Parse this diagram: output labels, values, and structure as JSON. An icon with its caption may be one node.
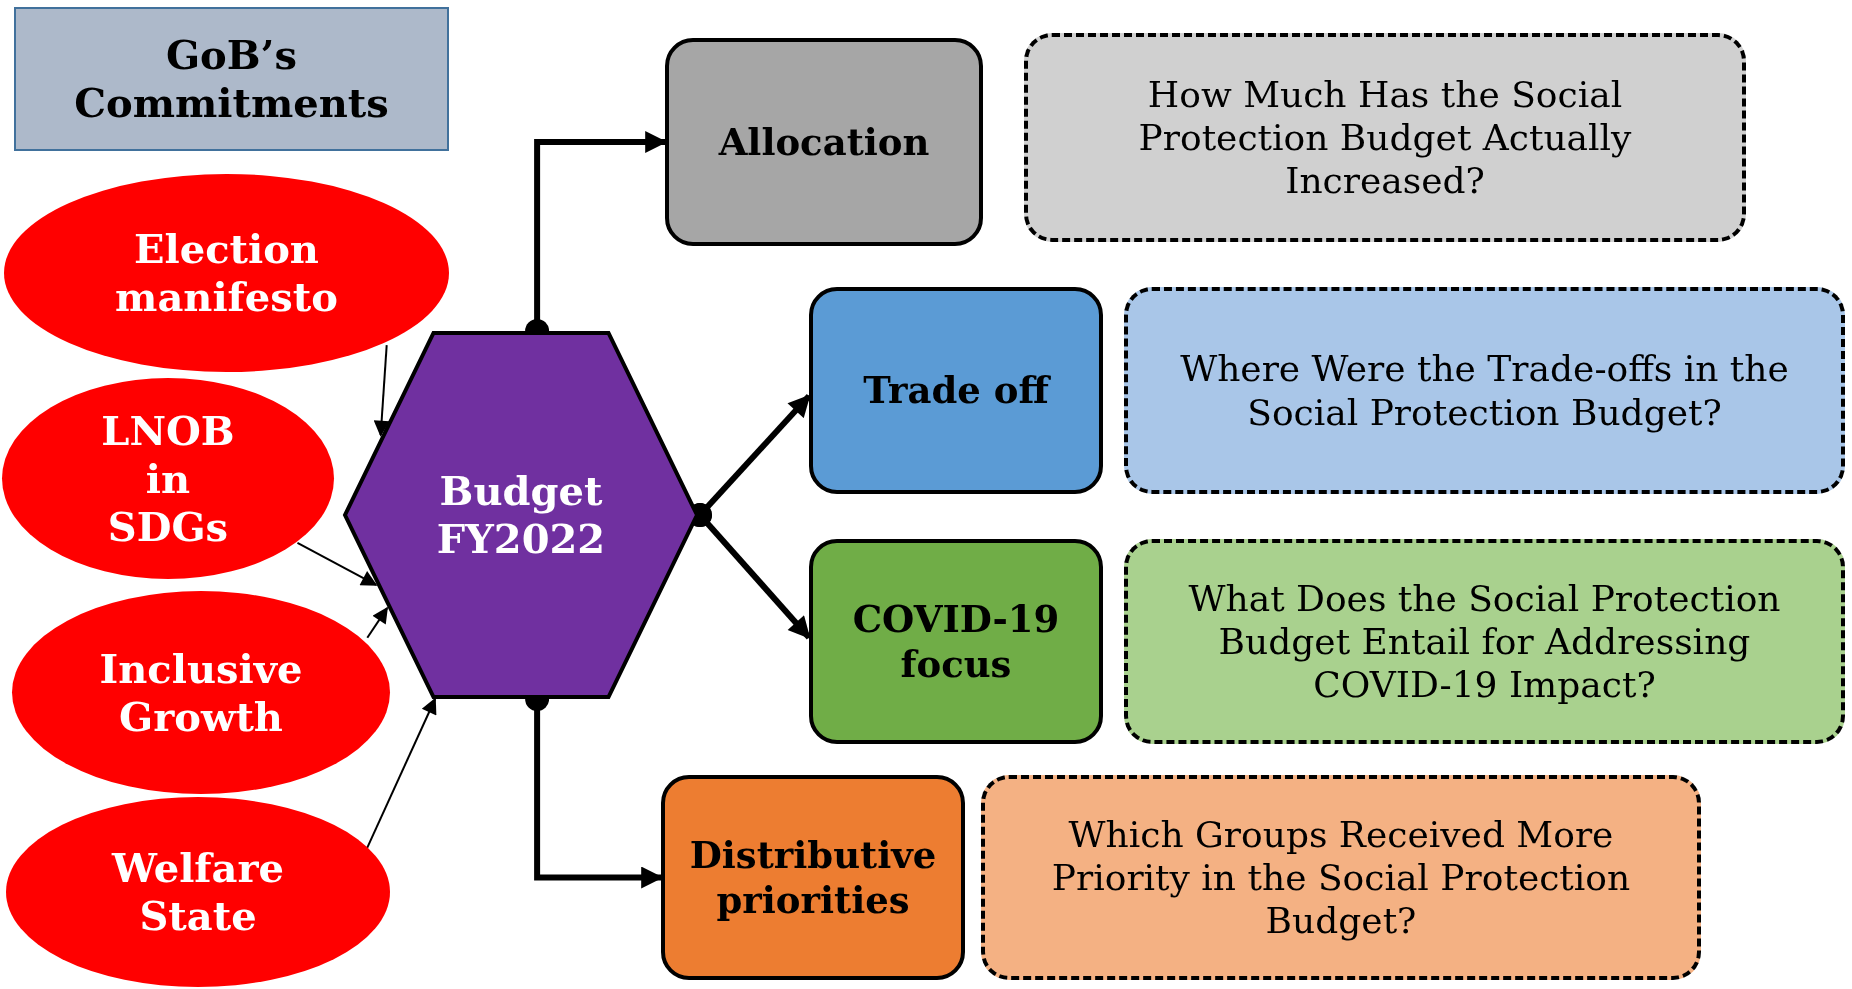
{
  "diagram": {
    "nodes": [
      {
        "text": [
          "GoB’s Commitments"
        ]
      },
      {
        "text": [
          "Election manifesto"
        ]
      },
      {
        "text": [
          "LNOB in SDGs"
        ]
      },
      {
        "text": [
          "Inclusive Growth"
        ]
      },
      {
        "text": [
          "Welfare State"
        ]
      },
      {
        "text": [
          "Budget FY2022"
        ]
      },
      {
        "text": [
          "Allocation"
        ]
      },
      {
        "text": [
          "How Much Has the Social Protection Budget Actually Increased?"
        ]
      },
      {
        "text": [
          "Trade off"
        ]
      },
      {
        "text": [
          "Where Were the Trade-offs in the Social Protection Budget?"
        ]
      },
      {
        "text": [
          "COVID-19 focus"
        ]
      },
      {
        "text": [
          "What Does the Social Protection Budget Entail for Addressing COVID-19 Impact?"
        ]
      },
      {
        "text": [
          "Distributive priorities"
        ]
      },
      {
        "text": [
          "Which Groups Received More Priority in the Social Protection Budget?"
        ]
      }
    ],
    "edges": [
      {
        "from": 1,
        "to": 5,
        "arrow": "to"
      },
      {
        "from": 2,
        "to": 5,
        "arrow": "to"
      },
      {
        "from": 3,
        "to": 5,
        "arrow": "to"
      },
      {
        "from": 4,
        "to": 5,
        "arrow": "to"
      },
      {
        "from": 5,
        "to": 6,
        "arrow": "to",
        "style": "thick"
      },
      {
        "from": 5,
        "to": 8,
        "arrow": "to",
        "style": "thick"
      },
      {
        "from": 5,
        "to": 10,
        "arrow": "to",
        "style": "thick"
      },
      {
        "from": 5,
        "to": 12,
        "arrow": "to",
        "style": "thick"
      }
    ]
  }
}
